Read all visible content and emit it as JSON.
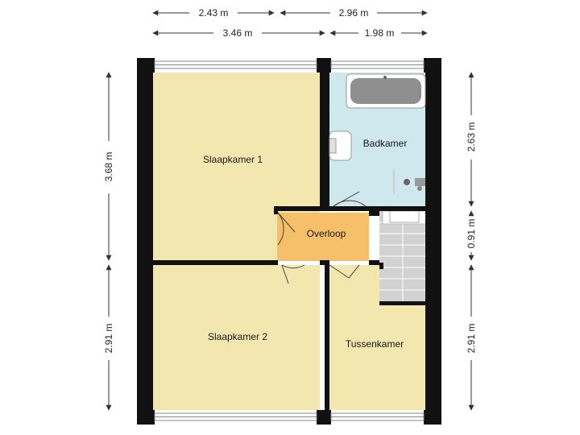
{
  "colors": {
    "bedroom_fill": "#f3e7b0",
    "bathroom_fill": "#cfe8ee",
    "landing_fill": "#f6c06a",
    "stairs_fill": "#cdcdcd",
    "wall": "#111111",
    "dimension_line": "#333333"
  },
  "dimensions": {
    "top_row1_left": "2.43 m",
    "top_row1_right": "2.96 m",
    "top_row2_left": "3.46 m",
    "top_row2_right": "1.98 m",
    "left_upper": "3.68 m",
    "left_lower": "2.91 m",
    "right_upper": "2.63 m",
    "right_middle": "0.91 m",
    "right_lower": "2.91 m"
  },
  "rooms": {
    "slaapkamer1": "Slaapkamer 1",
    "badkamer": "Badkamer",
    "overloop": "Overloop",
    "slaapkamer2": "Slaapkamer 2",
    "tussenkamer": "Tussenkamer"
  },
  "icons": {
    "bathtub": "bathtub-icon",
    "toilet": "toilet-icon",
    "sink": "sink-icon",
    "stairs": "stairs-icon",
    "window": "window-icon",
    "door": "door-swing-icon"
  }
}
